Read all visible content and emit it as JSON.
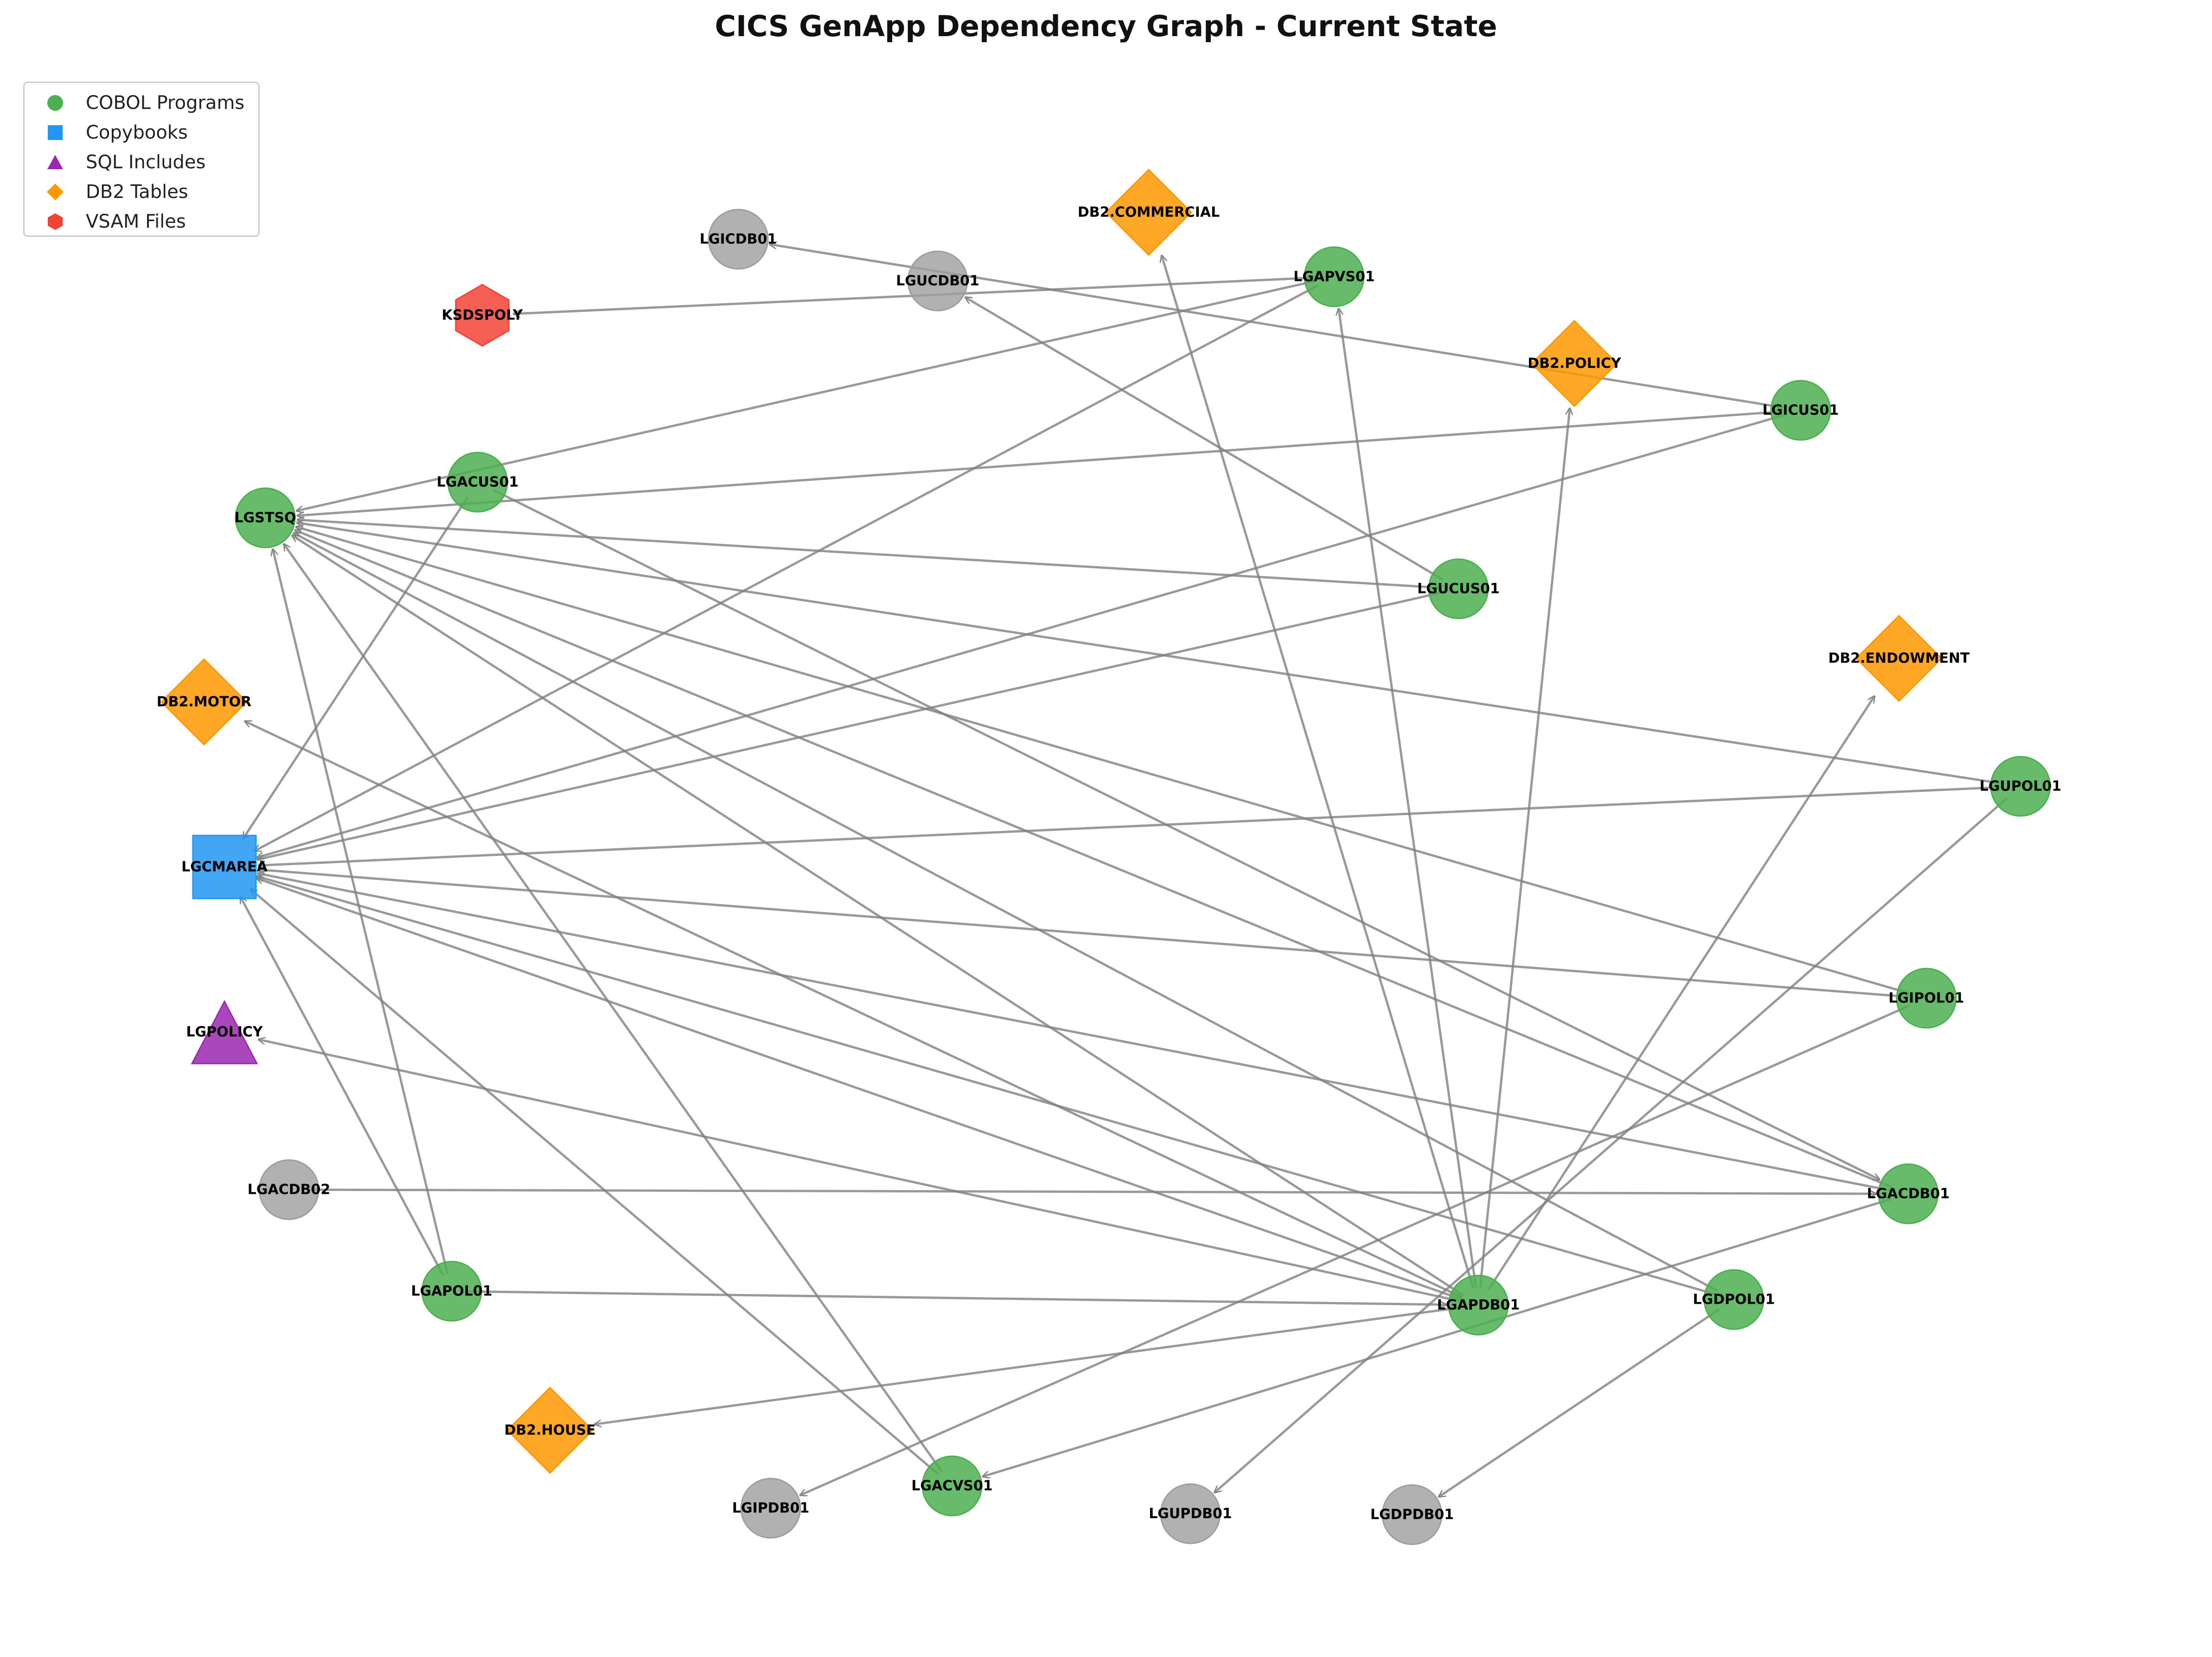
{
  "title": "CICS GenApp Dependency Graph - Current State",
  "legend": [
    {
      "label": "COBOL Programs",
      "shape": "circle",
      "color": "#4caf50"
    },
    {
      "label": "Copybooks",
      "shape": "square",
      "color": "#2196f3"
    },
    {
      "label": "SQL Includes",
      "shape": "triangle",
      "color": "#9c27b0"
    },
    {
      "label": "DB2 Tables",
      "shape": "diamond",
      "color": "#ff9800"
    },
    {
      "label": "VSAM Files",
      "shape": "hexagon",
      "color": "#f44336"
    }
  ],
  "colors": {
    "program": "#4caf50",
    "copybook": "#2196f3",
    "sql": "#9c27b0",
    "db2": "#ff9800",
    "vsam": "#f44336",
    "unknown": "#9e9e9e",
    "edge": "#808080"
  },
  "nodes": [
    {
      "id": "LGICDB01",
      "type": "unknown"
    },
    {
      "id": "LGUCDB01",
      "type": "unknown"
    },
    {
      "id": "KSDSPOLY",
      "type": "vsam"
    },
    {
      "id": "DB2.COMMERCIAL",
      "type": "db2"
    },
    {
      "id": "LGAPVS01",
      "type": "program"
    },
    {
      "id": "DB2.POLICY",
      "type": "db2"
    },
    {
      "id": "LGICUS01",
      "type": "program"
    },
    {
      "id": "LGACUS01",
      "type": "program"
    },
    {
      "id": "LGSTSQ",
      "type": "program"
    },
    {
      "id": "LGUCUS01",
      "type": "program"
    },
    {
      "id": "DB2.ENDOWMENT",
      "type": "db2"
    },
    {
      "id": "DB2.MOTOR",
      "type": "db2"
    },
    {
      "id": "LGUPOL01",
      "type": "program"
    },
    {
      "id": "LGCMAREA",
      "type": "copybook"
    },
    {
      "id": "LGIPOL01",
      "type": "program"
    },
    {
      "id": "LGPOLICY",
      "type": "sql"
    },
    {
      "id": "LGACDB02",
      "type": "unknown"
    },
    {
      "id": "LGACDB01",
      "type": "program"
    },
    {
      "id": "LGAPOL01",
      "type": "program"
    },
    {
      "id": "LGAPDB01",
      "type": "program"
    },
    {
      "id": "LGDPOL01",
      "type": "program"
    },
    {
      "id": "DB2.HOUSE",
      "type": "db2"
    },
    {
      "id": "LGIPDB01",
      "type": "unknown"
    },
    {
      "id": "LGACVS01",
      "type": "program"
    },
    {
      "id": "LGUPDB01",
      "type": "unknown"
    },
    {
      "id": "LGDPDB01",
      "type": "unknown"
    }
  ],
  "edges": [
    [
      "LGAPVS01",
      "KSDSPOLY"
    ],
    [
      "LGAPVS01",
      "LGSTSQ"
    ],
    [
      "LGAPVS01",
      "LGCMAREA"
    ],
    [
      "LGICUS01",
      "LGICDB01"
    ],
    [
      "LGICUS01",
      "LGSTSQ"
    ],
    [
      "LGICUS01",
      "LGCMAREA"
    ],
    [
      "LGACUS01",
      "LGCMAREA"
    ],
    [
      "LGACUS01",
      "LGACDB01"
    ],
    [
      "LGUCUS01",
      "LGUCDB01"
    ],
    [
      "LGUCUS01",
      "LGSTSQ"
    ],
    [
      "LGUCUS01",
      "LGCMAREA"
    ],
    [
      "LGUPOL01",
      "LGSTSQ"
    ],
    [
      "LGUPOL01",
      "LGCMAREA"
    ],
    [
      "LGUPOL01",
      "LGUPDB01"
    ],
    [
      "LGIPOL01",
      "LGSTSQ"
    ],
    [
      "LGIPOL01",
      "LGCMAREA"
    ],
    [
      "LGIPOL01",
      "LGIPDB01"
    ],
    [
      "LGACDB01",
      "LGSTSQ"
    ],
    [
      "LGACDB01",
      "LGCMAREA"
    ],
    [
      "LGACDB01",
      "LGACVS01"
    ],
    [
      "LGACDB02",
      "LGACDB01"
    ],
    [
      "LGAPOL01",
      "LGSTSQ"
    ],
    [
      "LGAPOL01",
      "LGCMAREA"
    ],
    [
      "LGAPOL01",
      "LGAPDB01"
    ],
    [
      "LGAPDB01",
      "LGSTSQ"
    ],
    [
      "LGAPDB01",
      "LGCMAREA"
    ],
    [
      "LGAPDB01",
      "DB2.MOTOR"
    ],
    [
      "LGAPDB01",
      "LGPOLICY"
    ],
    [
      "LGAPDB01",
      "DB2.COMMERCIAL"
    ],
    [
      "LGAPDB01",
      "LGAPVS01"
    ],
    [
      "LGAPDB01",
      "DB2.POLICY"
    ],
    [
      "LGAPDB01",
      "DB2.ENDOWMENT"
    ],
    [
      "LGAPDB01",
      "DB2.HOUSE"
    ],
    [
      "LGDPOL01",
      "LGSTSQ"
    ],
    [
      "LGDPOL01",
      "LGCMAREA"
    ],
    [
      "LGDPOL01",
      "LGDPDB01"
    ],
    [
      "LGACVS01",
      "LGSTSQ"
    ],
    [
      "LGACVS01",
      "LGCMAREA"
    ]
  ]
}
